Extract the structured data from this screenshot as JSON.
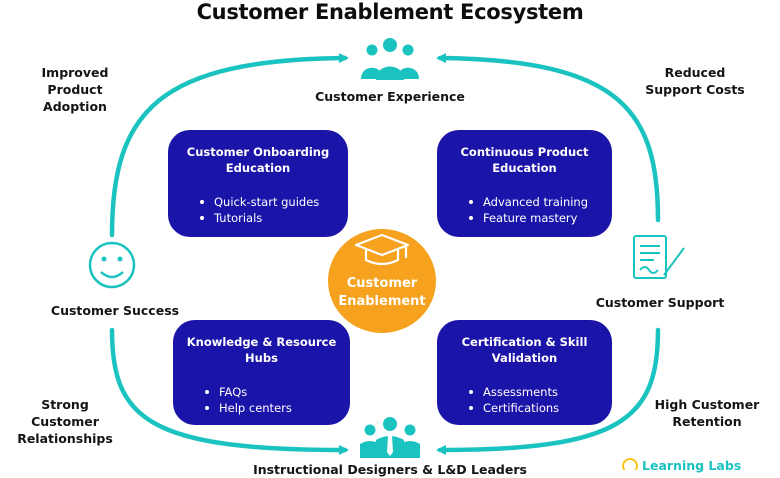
{
  "title": "Customer Enablement Ecosystem",
  "nodes": {
    "top": "Customer Experience",
    "left": "Customer Success",
    "right": "Customer Support",
    "bottom": "Instructional Designers & L&D Leaders"
  },
  "outcomes": {
    "top_left": [
      "Improved",
      "Product Adoption"
    ],
    "top_right": [
      "Reduced",
      "Support Costs"
    ],
    "bottom_left": [
      "Strong",
      "Customer",
      "Relationships"
    ],
    "bottom_right": [
      "High Customer",
      "Retention"
    ]
  },
  "center": [
    "Customer",
    "Enablement"
  ],
  "boxes": [
    {
      "title": [
        "Customer Onboarding",
        "Education"
      ],
      "items": [
        "Quick-start guides",
        "Tutorials"
      ]
    },
    {
      "title": [
        "Continuous Product",
        "Education"
      ],
      "items": [
        "Advanced training",
        "Feature mastery"
      ]
    },
    {
      "title": [
        "Knowledge & Resource",
        "Hubs"
      ],
      "items": [
        "FAQs",
        "Help centers"
      ]
    },
    {
      "title": [
        "Certification & Skill",
        "Validation"
      ],
      "items": [
        "Assessments",
        "Certifications"
      ]
    }
  ],
  "brand": "Learning Labs",
  "colors": {
    "teal": "#1bc3c0",
    "box": "#1b14a8",
    "center": "#f6a21e",
    "brand_yellow": "#f5c518"
  },
  "icons": {
    "top": "people-group-icon",
    "left": "smiley-face-icon",
    "right": "document-signature-icon",
    "bottom": "team-tie-icon",
    "center": "graduation-cap-icon",
    "brand": "brand-logo-icon"
  }
}
